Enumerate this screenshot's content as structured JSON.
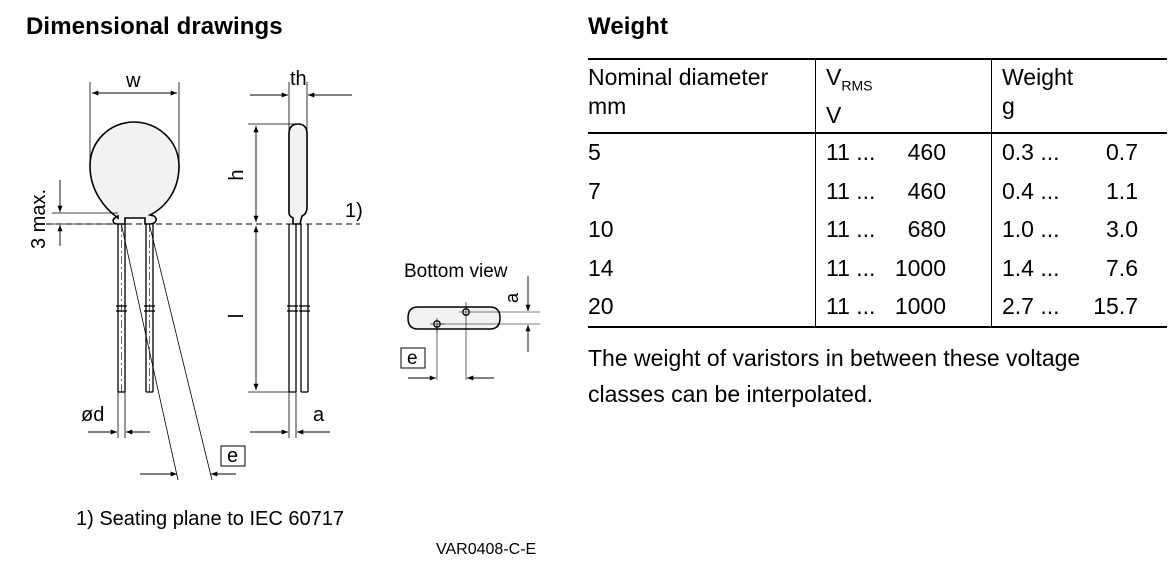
{
  "left": {
    "heading": "Dimensional drawings",
    "labels": {
      "w": "w",
      "th": "th",
      "h": "h",
      "l": "l",
      "d": "ød",
      "a": "a",
      "e": "e",
      "three_max": "3 max.",
      "note_ref": "1)",
      "bottom_view": "Bottom view",
      "bottom_a": "a",
      "bottom_e": "e"
    },
    "footnote": "1) Seating plane to IEC 60717",
    "drawing_code": "VAR0408-C-E"
  },
  "right": {
    "heading": "Weight",
    "table": {
      "headers": [
        {
          "line1": "Nominal diameter",
          "line2": "mm"
        },
        {
          "line1": "V",
          "sub": "RMS",
          "line2": "V"
        },
        {
          "line1": "Weight",
          "line2": "g"
        }
      ],
      "rows": [
        {
          "diameter": "5",
          "v_lo": "11 ...",
          "v_hi": "460",
          "w_lo": "0.3 ...",
          "w_hi": "0.7"
        },
        {
          "diameter": "7",
          "v_lo": "11 ...",
          "v_hi": "460",
          "w_lo": "0.4 ...",
          "w_hi": "1.1"
        },
        {
          "diameter": "10",
          "v_lo": "11 ...",
          "v_hi": "680",
          "w_lo": "1.0 ...",
          "w_hi": "3.0"
        },
        {
          "diameter": "14",
          "v_lo": "11 ...",
          "v_hi": "1000",
          "w_lo": "1.4 ...",
          "w_hi": "7.6"
        },
        {
          "diameter": "20",
          "v_lo": "11 ...",
          "v_hi": "1000",
          "w_lo": "2.7 ...",
          "w_hi": "15.7"
        }
      ]
    },
    "note": "The weight of varistors in between these voltage classes can be interpolated."
  }
}
